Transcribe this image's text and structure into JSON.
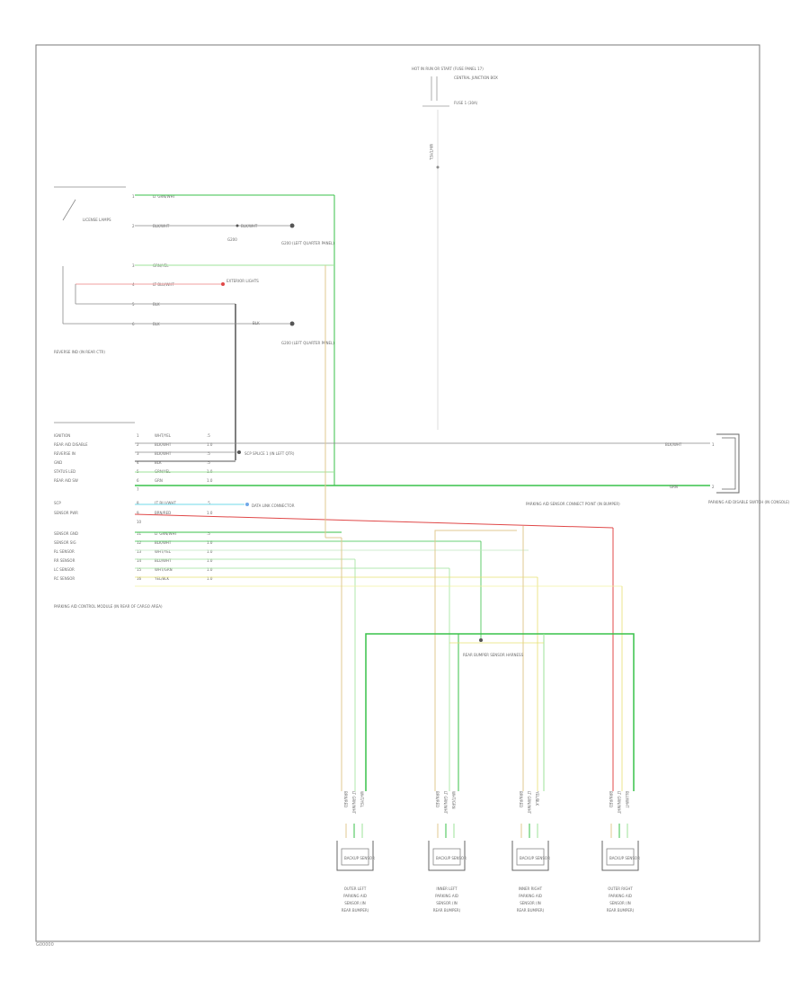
{
  "diagram_code": "G00000",
  "module": {
    "name": "PARKING AID CONTROL MODULE (IN REAR OF CARGO AREA)",
    "pins": [
      {
        "no": "1",
        "label": "IGNITION",
        "wire": "WHT/YEL",
        "gauge": ".5"
      },
      {
        "no": "2",
        "label": "REAR AID DISABLE",
        "wire": "BLK/WHT",
        "gauge": "1.0"
      },
      {
        "no": "3",
        "label": "REVERSE IN",
        "wire": "BLK/WHT",
        "gauge": ".5"
      },
      {
        "no": "4",
        "label": "GND",
        "wire": "BLK",
        "gauge": ".5"
      },
      {
        "no": "5",
        "label": "STATUS LED",
        "wire": "GRN/YEL",
        "gauge": "1.0"
      },
      {
        "no": "6",
        "label": "REAR AID SW",
        "wire": "GRN",
        "gauge": "1.0"
      },
      {
        "no": "7",
        "label": "",
        "wire": "",
        "gauge": ""
      },
      {
        "no": "8",
        "label": "SCP",
        "wire": "LT BLU/WHT",
        "gauge": ".5"
      },
      {
        "no": "9",
        "label": "SENSOR PWR",
        "wire": "BRN/RED",
        "gauge": "1.0"
      },
      {
        "no": "10",
        "label": "",
        "wire": "",
        "gauge": ""
      },
      {
        "no": "11",
        "label": "SENSOR GND",
        "wire": "LT GRN/WHT",
        "gauge": ".5"
      },
      {
        "no": "12",
        "label": "SENSOR SIG",
        "wire": "BLK/WHT",
        "gauge": "1.0"
      },
      {
        "no": "13",
        "label": "RL SENSOR",
        "wire": "WHT/YEL",
        "gauge": "1.0"
      },
      {
        "no": "14",
        "label": "RR SENSOR",
        "wire": "BLU/WHT",
        "gauge": "1.0"
      },
      {
        "no": "15",
        "label": "LC SENSOR",
        "wire": "WHT/GRN",
        "gauge": "1.0"
      },
      {
        "no": "16",
        "label": "RC SENSOR",
        "wire": "YEL/BLK",
        "gauge": "1.0"
      }
    ]
  },
  "switch_block": {
    "name": "REVERSE IND (IN REAR CTR)",
    "lines": [
      {
        "pin": "1",
        "wire": "LT GRN/WHT",
        "fuse": "",
        "to": ""
      },
      {
        "pin": "2",
        "wire": "BLK/WHT",
        "fuse": "",
        "to": "BLK/WHT"
      },
      {
        "pin": "",
        "wire": "",
        "fuse": "G200",
        "to": ""
      },
      {
        "pin": "3",
        "wire": "GRN/YEL",
        "fuse": "",
        "to": ""
      },
      {
        "pin": "4",
        "wire": "LT BLU/WHT",
        "fuse": "",
        "to": ""
      },
      {
        "pin": "5",
        "wire": "BLK",
        "fuse": "",
        "to": ""
      },
      {
        "pin": "6",
        "wire": "BLK",
        "fuse": "",
        "to": "BLK"
      }
    ],
    "name2": "LICENSE LAMPS"
  },
  "ground_1": {
    "name": "G200 (LEFT QUARTER PANEL)",
    "wire": "BLK"
  },
  "ground_2": {
    "name": "G200 (LEFT QUARTER PANEL)",
    "wire": "BLK"
  },
  "license_label": "EXTERIOR LIGHTS",
  "splice_1": "SCP SPLICE 1 (IN LEFT QTR)",
  "splice_2": "DATA LINK CONNECTOR",
  "top_label": "HOT IN RUN OR START (FUSE PANEL 17)",
  "top_fuse": "FUSE 1 (30A)",
  "top_sub": "CENTRAL JUNCTION BOX",
  "top_wire": "WHT/YEL",
  "right_connector": {
    "name": "PARKING AID DISABLE SWITCH (IN CONSOLE)",
    "wire_1": "BLK/WHT",
    "wire_2": "GRN"
  },
  "rear_splice": "REAR BUMPER SENSOR HARNESS",
  "sensor_power_splice": "PARKING AID SENSOR CONNECT POINT (IN BUMPER)",
  "sensors": [
    {
      "name": "OUTER LEFT PARKING AID SENSOR (IN REAR BUMPER)",
      "box": "BACKUP SENSOR",
      "wires": [
        "BRN/RED",
        "LT GRN/WHT",
        "WHT/YEL"
      ]
    },
    {
      "name": "INNER LEFT PARKING AID SENSOR (IN REAR BUMPER)",
      "box": "BACKUP SENSOR",
      "wires": [
        "BRN/RED",
        "LT GRN/WHT",
        "WHT/GRN"
      ]
    },
    {
      "name": "INNER RIGHT PARKING AID SENSOR (IN REAR BUMPER)",
      "box": "BACKUP SENSOR",
      "wires": [
        "BRN/RED",
        "LT GRN/WHT",
        "YEL/BLK"
      ]
    },
    {
      "name": "OUTER RIGHT PARKING AID SENSOR (IN REAR BUMPER)",
      "box": "BACKUP SENSOR",
      "wires": [
        "BRN/RED",
        "LT GRN/WHT",
        "BLU/WHT"
      ]
    }
  ],
  "colors": {
    "green": "#39c24a",
    "light_green": "#9ee39a",
    "red": "#e04848",
    "pink": "#f2a0a0",
    "yellow": "#e8e070",
    "tan": "#e0c890",
    "cyan": "#70d8e8",
    "gray": "#8a8a8a",
    "dark": "#555555"
  }
}
